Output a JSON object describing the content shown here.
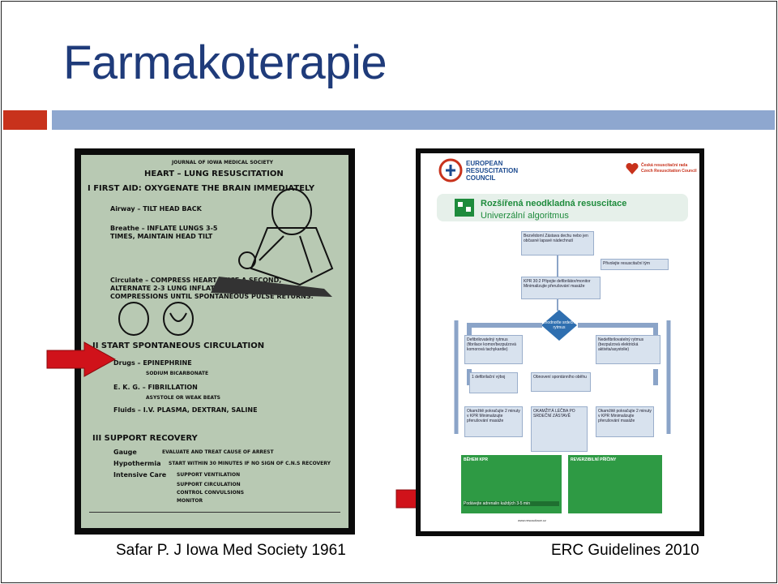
{
  "slide": {
    "title": "Farmakoterapie",
    "caption_left": "Safar P. J Iowa Med Society 1961",
    "caption_right": "ERC Guidelines 2010"
  },
  "left_poster": {
    "journal": "JOURNAL OF IOWA MEDICAL SOCIETY",
    "heading": "HEART – LUNG RESUSCITATION",
    "section1": "I FIRST AID: OXYGENATE THE BRAIN IMMEDIATELY",
    "airway": "Airway – TILT HEAD BACK",
    "breathe": "Breathe – INFLATE LUNGS 3-5 TIMES, MAINTAIN HEAD TILT",
    "circulate": "Circulate – COMPRESS HEART ONCE A SECOND, ALTERNATE 2-3 LUNG INFLATIONS WITH 15 STERNAL COMPRESSIONS UNTIL SPONTANEOUS PULSE RETURNS.",
    "section2": "II START SPONTANEOUS CIRCULATION",
    "drugs": "Drugs – EPINEPHRINE",
    "bicarb": "SODIUM BICARBONATE",
    "ekg": "E. K. G. – FIBRILLATION",
    "ekg2": "ASYSTOLE OR WEAK BEATS",
    "fluids": "Fluids – I.V. PLASMA, DEXTRAN, SALINE",
    "section3": "III SUPPORT RECOVERY",
    "gauge": "Gauge",
    "gauge_text": "EVALUATE AND TREAT CAUSE OF ARREST",
    "hypothermia": "Hypothermia",
    "hypothermia_text": "START WITHIN 30 MINUTES IF NO SIGN OF C.N.S RECOVERY",
    "intensive": "Intensive Care",
    "intensive_text": "SUPPORT VENTILATION",
    "support": "SUPPORT CIRCULATION",
    "control": "CONTROL CONVULSIONS",
    "monitor": "MONITOR"
  },
  "right_poster": {
    "org_line1": "EUROPEAN",
    "org_line2": "RESUSCITATION",
    "org_line3": "COUNCIL",
    "cz_org1": "Česká resuscitační rada",
    "cz_org2": "Czech Resuscitation Council",
    "title1": "Rozšířená neodkladná resuscitace",
    "title2": "Univerzální algoritmus",
    "box_unresponsive": "Bezvědomí Zástava dechu nebo jen občasné lapavé nádechnutí",
    "box_call": "Přivolejte resuscitační tým",
    "box_cpr": "KPR 30:2 Připojte defibrilátor/monitor Minimalizujte přerušování masáže",
    "diamond": "Zhodnoťte srdeční rytmus",
    "box_shockable": "Defibrilovatelný rytmus (fibrilace komor/bezpulzová komorová tachykardie)",
    "box_nonshockable": "Nedefibrilovatelný rytmus (bezpulzová elektrická aktivita/asystolie)",
    "box_shock": "1 defibrilační výboj",
    "box_rosc": "Obnovení spontánního oběhu",
    "box_resume_left": "Okamžitě pokračujte 2 minuty v KPR Minimalizujte přerušování masáže",
    "box_post": "OKAMŽITÁ LÉČBA PO SRDEČNÍ ZÁSTAVĚ",
    "box_resume_right": "Okamžitě pokračujte 2 minuty v KPR Minimalizujte přerušování masáže",
    "green_left_title": "BĚHEM KPR",
    "green_left_last": "Podávejte adrenalin každých 3-5 min",
    "green_right_title": "REVERZIBILNÍ PŘÍČINY",
    "footer": "www.resuscitace.cz"
  }
}
